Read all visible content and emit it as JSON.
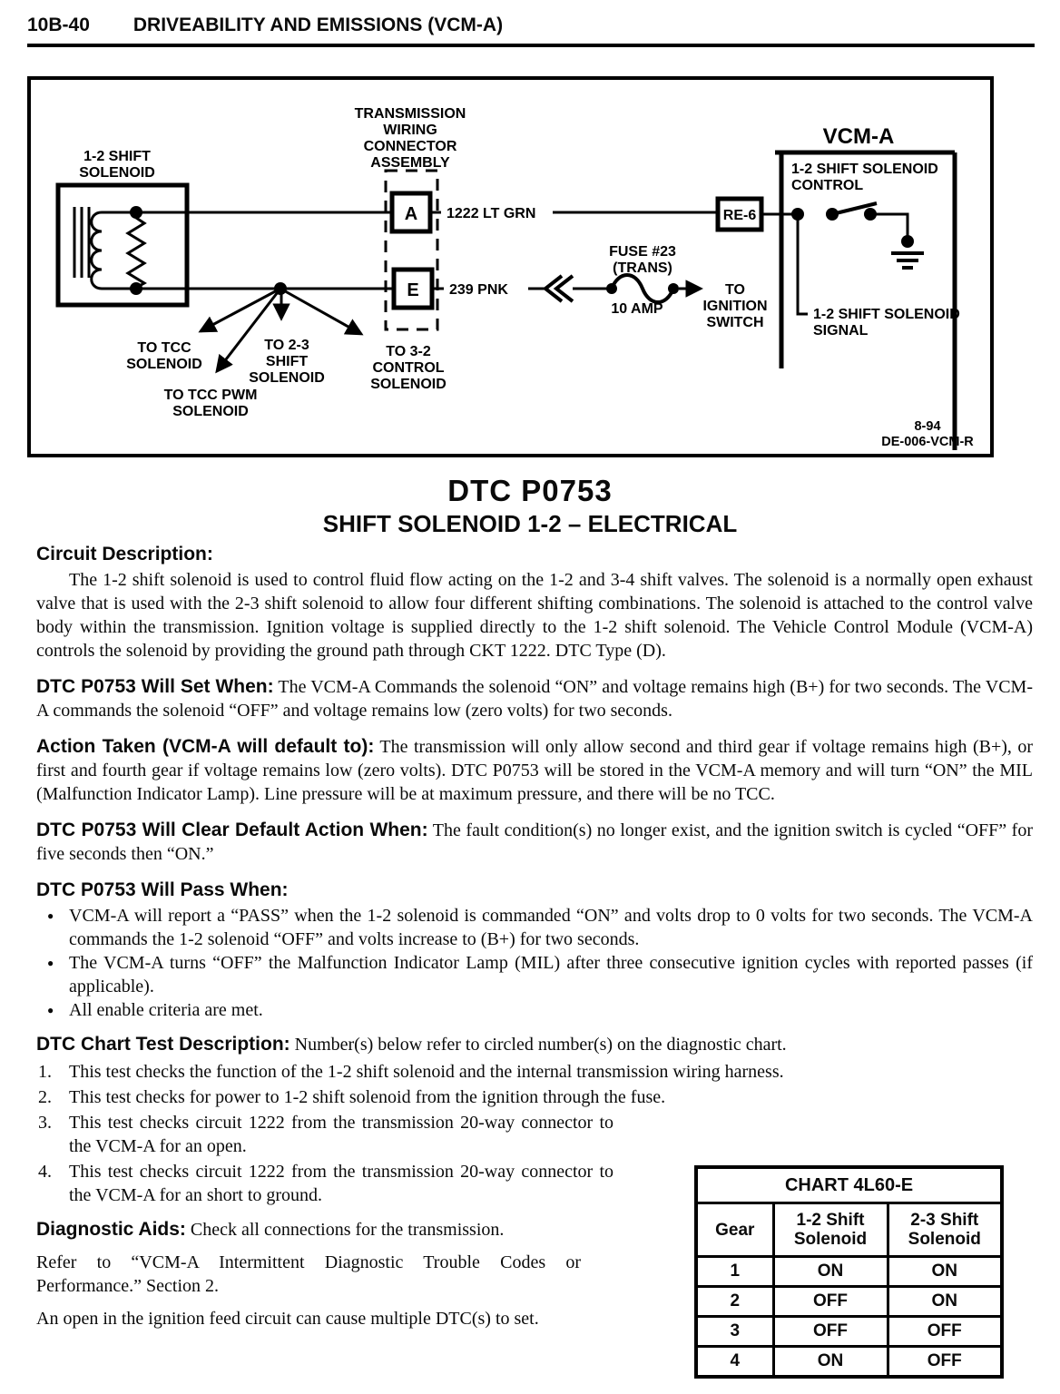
{
  "page": {
    "number": "10B-40",
    "header": "DRIVEABILITY AND EMISSIONS (VCM-A)"
  },
  "diagram": {
    "vcm_title": "VCM-A",
    "connector_label": [
      "TRANSMISSION",
      "WIRING",
      "CONNECTOR",
      "ASSEMBLY"
    ],
    "solenoid_label": [
      "1-2 SHIFT",
      "SOLENOID"
    ],
    "pin_a": "A",
    "pin_e": "E",
    "wire_a": "1222 LT GRN",
    "wire_e": "239 PNK",
    "fuse_label": [
      "FUSE #23",
      "(TRANS)"
    ],
    "fuse_amp": "10 AMP",
    "ignition_label": [
      "TO",
      "IGNITION",
      "SWITCH"
    ],
    "re6": "RE-6",
    "control_label": [
      "1-2 SHIFT SOLENOID",
      "CONTROL"
    ],
    "signal_label": [
      "1-2 SHIFT SOLENOID",
      "SIGNAL"
    ],
    "to_tcc": [
      "TO TCC",
      "SOLENOID"
    ],
    "to_23": [
      "TO 2-3",
      "SHIFT",
      "SOLENOID"
    ],
    "to_tcc_pwm": [
      "TO TCC PWM",
      "SOLENOID"
    ],
    "to_32": [
      "TO 3-2",
      "CONTROL",
      "SOLENOID"
    ],
    "ref": [
      "8-94",
      "DE-006-VCM-R"
    ]
  },
  "title": {
    "line1": "DTC P0753",
    "line2": "SHIFT SOLENOID 1-2 – ELECTRICAL"
  },
  "sections": {
    "circuit_description": {
      "heading": "Circuit Description:",
      "body": "The 1-2 shift solenoid is used to control fluid flow acting on the 1-2 and 3-4 shift valves. The solenoid is a normally open exhaust valve that is used with the 2-3 shift solenoid to allow four different shifting combinations. The solenoid is attached to the control valve body within the transmission. Ignition voltage is supplied directly to the 1-2 shift solenoid. The Vehicle Control Module (VCM-A) controls the solenoid by providing the ground path through CKT 1222. DTC Type (D)."
    },
    "will_set": {
      "heading": "DTC P0753 Will Set When:",
      "body": "The VCM-A Commands the solenoid “ON” and voltage remains high (B+) for two seconds. The VCM-A commands the solenoid “OFF” and voltage remains low (zero volts) for two seconds."
    },
    "action_taken": {
      "heading": "Action Taken (VCM-A will default to):",
      "body": "The transmission will only allow second and third gear if voltage remains high (B+), or first and fourth gear if voltage remains low (zero volts). DTC P0753 will be stored in the VCM-A memory and will turn “ON” the MIL (Malfunction Indicator Lamp). Line pressure will be at maximum pressure, and there will be no TCC."
    },
    "will_clear": {
      "heading": "DTC P0753 Will Clear Default Action When:",
      "body": "The fault condition(s) no longer exist, and the ignition switch is cycled “OFF” for five seconds then “ON.”"
    },
    "will_pass": {
      "heading": "DTC P0753 Will Pass When:",
      "bullets": [
        "VCM-A will report a “PASS” when the 1-2 solenoid is commanded “ON” and volts drop to 0 volts for two seconds. The VCM-A commands the 1-2 solenoid “OFF” and volts increase to (B+) for two seconds.",
        "The VCM-A turns “OFF” the Malfunction Indicator Lamp (MIL) after three consecutive ignition cycles with reported passes (if applicable).",
        "All enable criteria are met."
      ]
    },
    "chart_test": {
      "heading": "DTC Chart Test Description:",
      "intro": "Number(s) below refer to circled number(s) on the diagnostic chart.",
      "items": [
        {
          "num": "1.",
          "text": "This test checks the function of the 1-2 shift solenoid and the internal transmission wiring harness."
        },
        {
          "num": "2.",
          "text": "This test checks for power to 1-2 shift solenoid from the ignition through the fuse."
        },
        {
          "num": "3.",
          "text": "This test checks circuit 1222 from the transmission 20-way connector to the VCM-A for an open."
        },
        {
          "num": "4.",
          "text": "This test checks circuit 1222 from the transmission 20-way connector to the VCM-A for an short to ground."
        }
      ]
    },
    "diagnostic_aids": {
      "heading": "Diagnostic Aids:",
      "body": "Check all connections for the transmission."
    },
    "refer": "Refer to “VCM-A Intermittent Diagnostic Trouble Codes or Performance.”  Section 2.",
    "open_note": "An open in the ignition feed circuit can cause multiple DTC(s) to set."
  },
  "table": {
    "title": "CHART 4L60-E",
    "columns": [
      "Gear",
      "1-2 Shift Solenoid",
      "2-3 Shift Solenoid"
    ],
    "rows": [
      [
        "1",
        "ON",
        "ON"
      ],
      [
        "2",
        "OFF",
        "ON"
      ],
      [
        "3",
        "OFF",
        "OFF"
      ],
      [
        "4",
        "ON",
        "OFF"
      ]
    ]
  }
}
